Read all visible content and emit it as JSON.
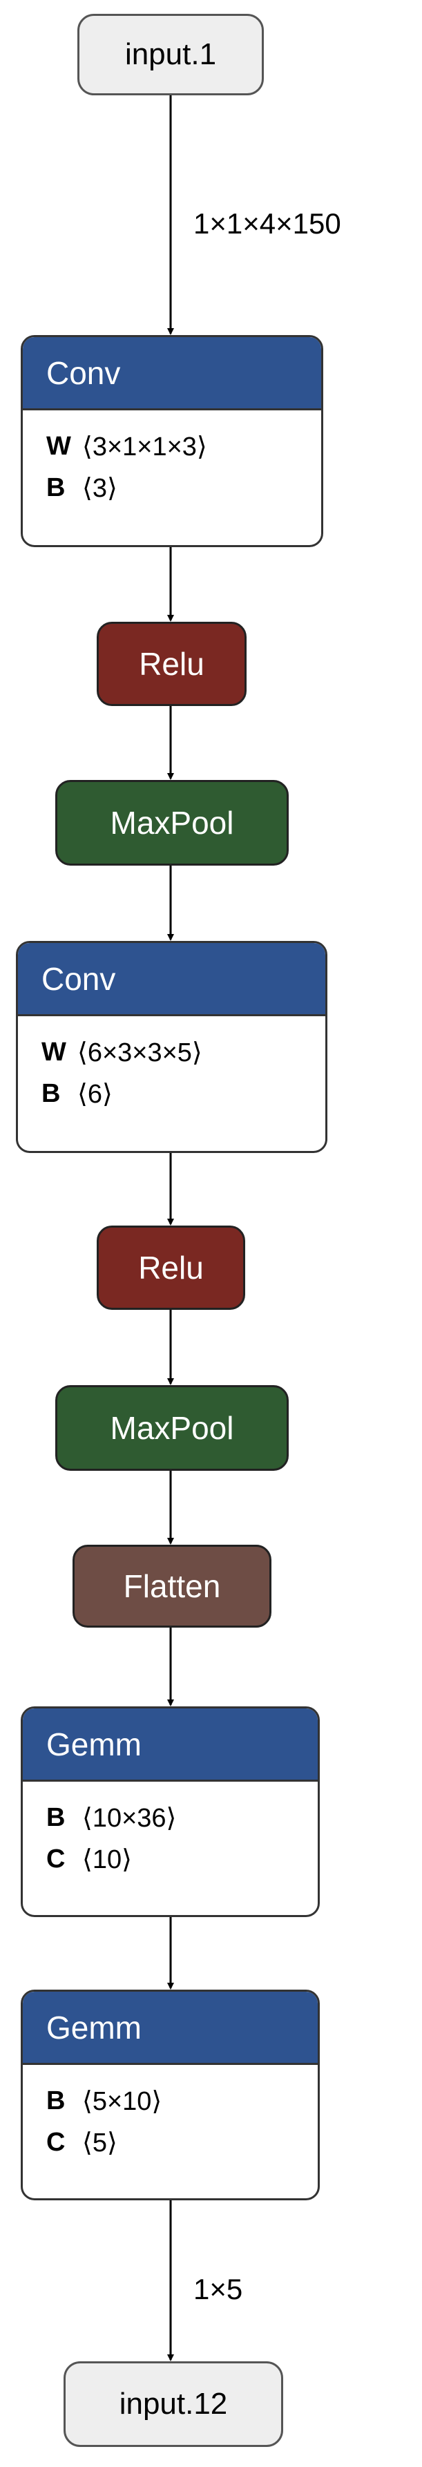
{
  "nodes": [
    {
      "id": "input1",
      "kind": "io",
      "label": "input.1"
    },
    {
      "id": "conv1",
      "kind": "layer",
      "label": "Conv",
      "attrs": [
        {
          "name": "W",
          "value": "⟨3×1×1×3⟩"
        },
        {
          "name": "B",
          "value": "⟨3⟩"
        }
      ]
    },
    {
      "id": "relu1",
      "kind": "op",
      "style": "relu",
      "label": "Relu"
    },
    {
      "id": "pool1",
      "kind": "op",
      "style": "pool",
      "label": "MaxPool"
    },
    {
      "id": "conv2",
      "kind": "layer",
      "label": "Conv",
      "attrs": [
        {
          "name": "W",
          "value": "⟨6×3×3×5⟩"
        },
        {
          "name": "B",
          "value": "⟨6⟩"
        }
      ]
    },
    {
      "id": "relu2",
      "kind": "op",
      "style": "relu",
      "label": "Relu"
    },
    {
      "id": "pool2",
      "kind": "op",
      "style": "pool",
      "label": "MaxPool"
    },
    {
      "id": "flatten",
      "kind": "op",
      "style": "flatten",
      "label": "Flatten"
    },
    {
      "id": "gemm1",
      "kind": "layer",
      "label": "Gemm",
      "attrs": [
        {
          "name": "B",
          "value": "⟨10×36⟩"
        },
        {
          "name": "C",
          "value": "⟨10⟩"
        }
      ]
    },
    {
      "id": "gemm2",
      "kind": "layer",
      "label": "Gemm",
      "attrs": [
        {
          "name": "B",
          "value": "⟨5×10⟩"
        },
        {
          "name": "C",
          "value": "⟨5⟩"
        }
      ]
    },
    {
      "id": "output",
      "kind": "io",
      "label": "input.12"
    }
  ],
  "edges": [
    {
      "from": "input1",
      "to": "conv1",
      "label": "1×1×4×150"
    },
    {
      "from": "conv1",
      "to": "relu1",
      "label": ""
    },
    {
      "from": "relu1",
      "to": "pool1",
      "label": ""
    },
    {
      "from": "pool1",
      "to": "conv2",
      "label": ""
    },
    {
      "from": "conv2",
      "to": "relu2",
      "label": ""
    },
    {
      "from": "relu2",
      "to": "pool2",
      "label": ""
    },
    {
      "from": "pool2",
      "to": "flatten",
      "label": ""
    },
    {
      "from": "flatten",
      "to": "gemm1",
      "label": ""
    },
    {
      "from": "gemm1",
      "to": "gemm2",
      "label": ""
    },
    {
      "from": "gemm2",
      "to": "output",
      "label": "1×5"
    }
  ],
  "colors": {
    "layer_header": "#2e5390",
    "relu": "#7a2822",
    "maxpool": "#2f5b31",
    "flatten": "#6e4d45",
    "io_fill": "#eeeeee"
  }
}
